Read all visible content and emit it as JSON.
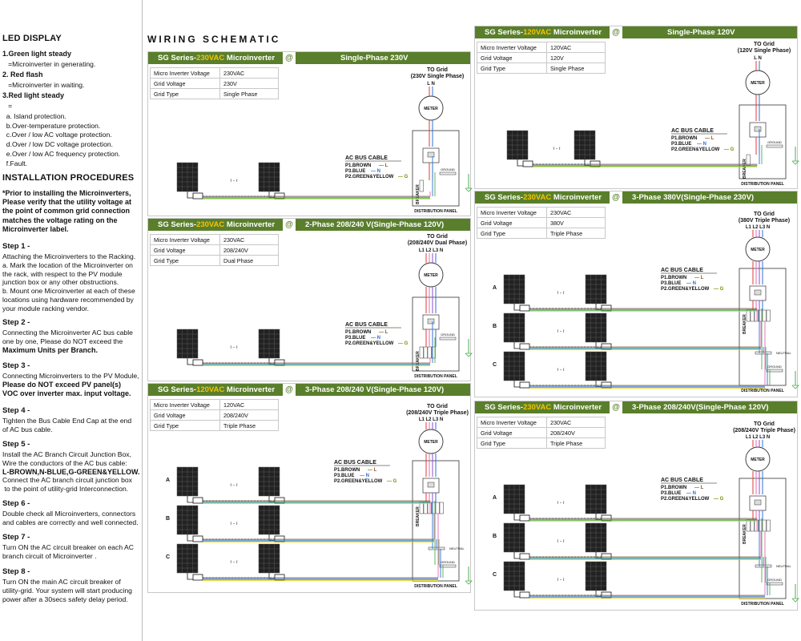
{
  "left": {
    "led_title": "LED DISPLAY",
    "led_lines": [
      {
        "text": "1.Green light steady",
        "bold": true
      },
      {
        "text": "   =Microinverter in generating.",
        "bold": false
      },
      {
        "text": "2. Red flash",
        "bold": true
      },
      {
        "text": "   =Microinverter in waiting.",
        "bold": false
      },
      {
        "text": "3.Red light steady",
        "bold": true
      },
      {
        "text": "   =",
        "bold": false
      },
      {
        "text": "  a. Island protection.",
        "bold": false
      },
      {
        "text": "  b.Over-temperature protection.",
        "bold": false
      },
      {
        "text": "  c.Over / low AC voltage protection.",
        "bold": false
      },
      {
        "text": "  d.Over / low DC voltage protection.",
        "bold": false
      },
      {
        "text": "  e.Over / low AC frequency protection.",
        "bold": false
      },
      {
        "text": "  f.Fault.",
        "bold": false
      }
    ],
    "install_title": "INSTALLATION PROCEDURES",
    "prior": [
      "*Prior to installing the Microinverters,",
      "Please verify that the utility voltage at",
      "the point of common grid connection",
      "matches the voltage rating on the",
      "Microinverter label."
    ],
    "steps": [
      {
        "title": "Step 1 -",
        "lines": [
          {
            "text": "Attaching the Microinverters to the Racking.",
            "bold": false
          },
          {
            "text": "a. Mark the location of the Microinverter on",
            "bold": false
          },
          {
            "text": "the rack, with respect to the PV module",
            "bold": false
          },
          {
            "text": "junction box or any other obstructions.",
            "bold": false
          },
          {
            "text": "b. Mount one Microinverter at each of these",
            "bold": false
          },
          {
            "text": "locations using hardware recommended by",
            "bold": false
          },
          {
            "text": "your module racking vendor.",
            "bold": false
          }
        ]
      },
      {
        "title": "Step 2 -",
        "lines": [
          {
            "text": "Connecting the Microinverter AC bus cable",
            "bold": false
          },
          {
            "text": "one by one, Please do NOT exceed the",
            "bold": false
          },
          {
            "text": "Maximum Units per Branch.",
            "bold": true
          }
        ]
      },
      {
        "title": "Step 3 -",
        "lines": [
          {
            "text": "Connecting Microinverters to the PV Module,",
            "bold": false
          },
          {
            "text": "Please do NOT exceed PV panel(s)",
            "bold": true
          },
          {
            "text": "VOC over inverter max. input voltage.",
            "bold": true
          }
        ]
      },
      {
        "title": "Step 4 -",
        "lines": [
          {
            "text": "Tighten the Bus Cable End Cap at the end",
            "bold": false
          },
          {
            "text": "of AC bus cable.",
            "bold": false
          }
        ]
      },
      {
        "title": "Step 5 -",
        "lines": [
          {
            "text": "Install the AC Branch Circuit Junction Box,",
            "bold": false
          },
          {
            "text": "Wire the conductors of the AC bus cable:",
            "bold": false
          },
          {
            "text": "L-BROWN,N-BLUE,G-GREEN&YELLOW.",
            "bold": true
          },
          {
            "text": "Connect the AC branch circuit junction box",
            "bold": false
          },
          {
            "text": " to the point of utility-grid Interconnection.",
            "bold": false
          }
        ]
      },
      {
        "title": "Step 6 -",
        "lines": [
          {
            "text": "Double check all Microinverters, connectors",
            "bold": false
          },
          {
            "text": "and cables are correctly and well connected.",
            "bold": false
          }
        ]
      },
      {
        "title": "Step 7 -",
        "lines": [
          {
            "text": "Turn ON the AC circuit breaker on each AC",
            "bold": false
          },
          {
            "text": "branch circuit of Microinverter .",
            "bold": false
          }
        ]
      },
      {
        "title": "Step 8 -",
        "lines": [
          {
            "text": "Turn ON the main AC circuit breaker of",
            "bold": false
          },
          {
            "text": "utility-grid. Your system will start producing",
            "bold": false
          },
          {
            "text": "power after a 30secs safety delay period.",
            "bold": false
          }
        ]
      }
    ]
  },
  "schematic_title": "WIRING SCHEMATIC",
  "common": {
    "series_prefix": "SG Series-",
    "series_suffix": " Microinverter",
    "at_symbol": "@",
    "spec_labels": [
      "Micro Inverter Voltage",
      "Grid Voltage",
      "Grid Type"
    ],
    "meter": "METER",
    "ac_bus_cable": "AC BUS CABLE",
    "p1": "P1.BROWN",
    "p3": "P3.BLUE",
    "p2": "P2.GREEN&YELLOW",
    "l": "L",
    "n": "N",
    "g": "G",
    "breaker": "BREAKER",
    "ground": "GROUND",
    "neutral": "NEUTRAL",
    "distribution_panel": "DISTRIBUTION PANEL",
    "row_labels": [
      "A",
      "B",
      "C"
    ],
    "squiggle": "≀ - ≀"
  },
  "colors": {
    "header": "#5a7f2c",
    "voltage": "#f5c400",
    "brown": "#8b5a2b",
    "blue": "#2e6fd8",
    "green": "#4caf50",
    "yellow": "#e8d200",
    "red": "#e23a3a",
    "pink": "#e86ab6",
    "purple": "#8a4fd0",
    "teal": "#2aa8a8"
  },
  "diagrams": [
    {
      "id": "d1",
      "voltage": "230VAC",
      "phase": "Single-Phase 230V",
      "specs": [
        "230VAC",
        "230V",
        "Single Phase"
      ],
      "to_grid": "TO Grid",
      "grid_sub": "(230V Single Phase)",
      "terminals": "L N",
      "type": "single"
    },
    {
      "id": "d2",
      "voltage": "230VAC",
      "phase": "2-Phase 208/240 V(Single-Phase 120V)",
      "specs": [
        "230VAC",
        "208/240V",
        "Dual Phase"
      ],
      "to_grid": "TO Grid",
      "grid_sub": "(208/240V Dual Phase)",
      "terminals": "L1 L2 L3 N",
      "type": "dual"
    },
    {
      "id": "d3",
      "voltage": "120VAC",
      "phase": "3-Phase 208/240 V(Single-Phase 120V)",
      "specs": [
        "120VAC",
        "208/240V",
        "Triple Phase"
      ],
      "to_grid": "TO Grid",
      "grid_sub": "(208/240V Triple Phase)",
      "terminals": "L1 L2 L3 N",
      "type": "triple"
    },
    {
      "id": "d4",
      "voltage": "120VAC",
      "phase": "Single-Phase 120V",
      "specs": [
        "120VAC",
        "120V",
        "Single Phase"
      ],
      "to_grid": "TO Grid",
      "grid_sub": "(120V Single Phase)",
      "terminals": "L N",
      "type": "single-small"
    },
    {
      "id": "d5",
      "voltage": "230VAC",
      "phase": "3-Phase 380V(Single-Phase 230V)",
      "specs": [
        "230VAC",
        "380V",
        "Triple Phase"
      ],
      "to_grid": "TO Grid",
      "grid_sub": "(380V Triple Phase)",
      "terminals": "L1 L2 L3 N",
      "type": "triple"
    },
    {
      "id": "d6",
      "voltage": "230VAC",
      "phase": "3-Phase 208/240V(Single-Phase 120V)",
      "specs": [
        "230VAC",
        "208/240V",
        "Triple Phase"
      ],
      "to_grid": "TO Grid",
      "grid_sub": "(208/240V Triple Phase)",
      "terminals": "L1 L2 L3 N",
      "type": "triple"
    }
  ]
}
